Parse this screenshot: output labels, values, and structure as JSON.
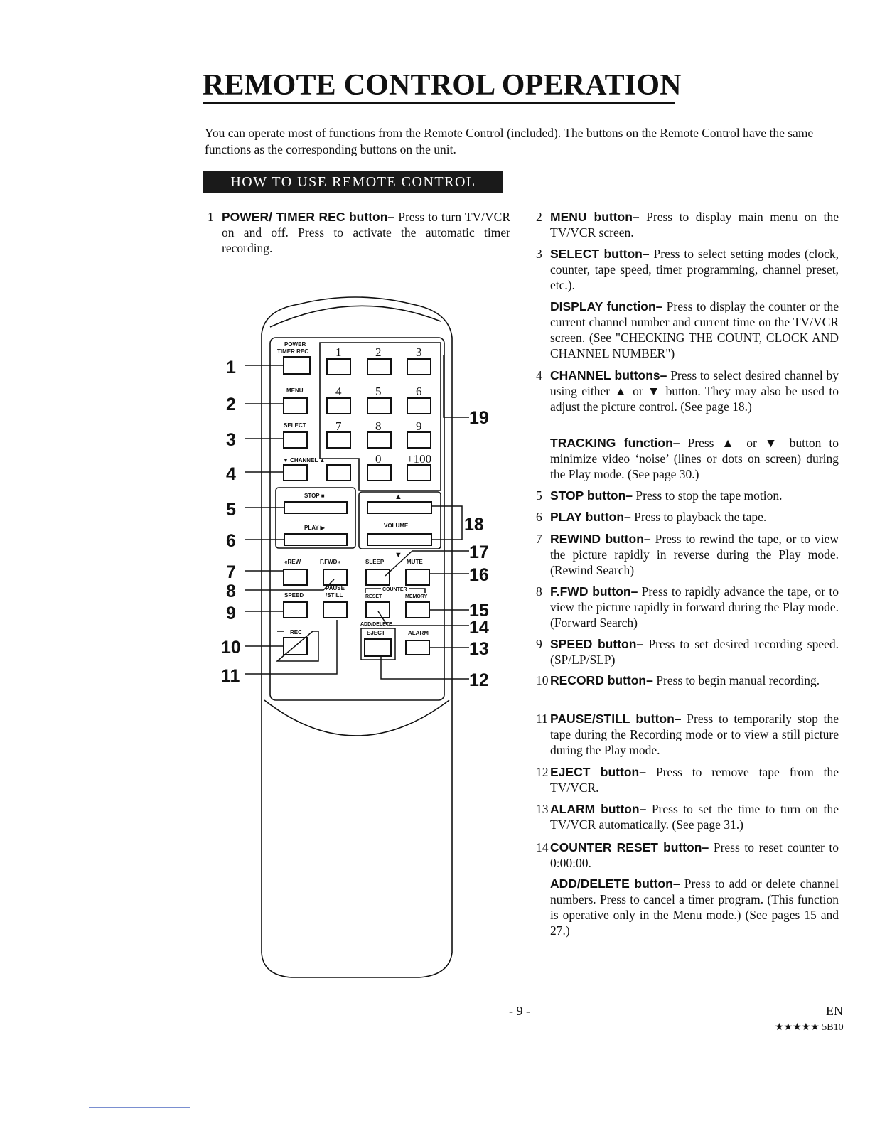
{
  "title": "REMOTE CONTROL OPERATION",
  "intro": "You can operate most of functions from the Remote Control (included). The buttons on the Remote Control have the same functions as the corresponding buttons on the unit.",
  "section": "HOW TO USE REMOTE CONTROL",
  "items": [
    {
      "num": "1",
      "label": "POWER/ TIMER REC button–",
      "text": " Press to turn TV/VCR on and off. Press to activate the automatic timer recording."
    },
    {
      "num": "2",
      "label": "MENU button–",
      "text": " Press to display main menu on the TV/VCR screen."
    },
    {
      "num": "3",
      "label": "SELECT button–",
      "text": " Press to select setting modes (clock, counter, tape speed, timer programming, channel preset, etc.)."
    },
    {
      "num": "",
      "label": "DISPLAY function–",
      "text": " Press to display the counter or the current channel number and current time on the TV/VCR screen. (See \"CHECKING THE COUNT, CLOCK AND CHANNEL NUMBER\")"
    },
    {
      "num": "4",
      "label": "CHANNEL buttons–",
      "text": " Press to select desired channel by using either ▲ or ▼ button. They may also be used to adjust the picture control. (See page 18.)"
    },
    {
      "num": "",
      "label": "TRACKING function–",
      "text": " Press ▲ or ▼ button to minimize video ‘noise’ (lines or dots on screen) during the Play mode. (See page 30.)"
    },
    {
      "num": "5",
      "label": "STOP button–",
      "text": " Press to stop the tape motion."
    },
    {
      "num": "6",
      "label": "PLAY button–",
      "text": " Press to playback the tape."
    },
    {
      "num": "7",
      "label": "REWIND button–",
      "text": " Press to rewind the tape, or to view the picture rapidly in reverse during the Play mode. (Rewind Search)"
    },
    {
      "num": "8",
      "label": "F.FWD button–",
      "text": " Press to rapidly advance the tape, or to view the picture rapidly in forward during the Play mode. (Forward Search)"
    },
    {
      "num": "9",
      "label": "SPEED button–",
      "text": " Press to set desired recording speed. (SP/LP/SLP)"
    },
    {
      "num": "10",
      "label": "RECORD button–",
      "text": " Press to begin manual recording."
    },
    {
      "num": "11",
      "label": "PAUSE/STILL button–",
      "text": " Press to temporarily stop the tape during the Recording mode or to view a still picture during the Play mode."
    },
    {
      "num": "12",
      "label": "EJECT button–",
      "text": " Press to remove tape from the TV/VCR."
    },
    {
      "num": "13",
      "label": "ALARM button–",
      "text": " Press to set the time to turn on the TV/VCR automatically. (See page 31.)"
    },
    {
      "num": "14",
      "label": "COUNTER RESET button–",
      "text": " Press to reset counter to 0:00:00."
    },
    {
      "num": "",
      "label": "ADD/DELETE button–",
      "text": " Press to add or delete channel numbers. Press to cancel a timer program. (This function is operative only in the Menu mode.) (See pages 15 and 27.)"
    }
  ],
  "remote": {
    "labels": {
      "power": "POWER",
      "timer_rec": "TIMER REC",
      "menu": "MENU",
      "select": "SELECT",
      "channel": "▼ CHANNEL ▲",
      "stop": "STOP ■",
      "play": "PLAY ▶",
      "volume": "VOLUME",
      "vol_up": "▲",
      "vol_down": "▼",
      "rew": "«REW",
      "ffwd": "F.FWD»",
      "sleep": "SLEEP",
      "mute": "MUTE",
      "speed": "SPEED",
      "pause": "PAUSE",
      "still": "/STILL",
      "counter": "COUNTER",
      "reset": "RESET",
      "memory": "MEMORY",
      "add_delete": "ADD/DELETE",
      "rec": "REC",
      "eject": "EJECT",
      "alarm": "ALARM",
      "d1": "1",
      "d2": "2",
      "d3": "3",
      "d4": "4",
      "d5": "5",
      "d6": "6",
      "d7": "7",
      "d8": "8",
      "d9": "9",
      "d0": "0",
      "d100": "+100"
    },
    "callouts": [
      "1",
      "2",
      "3",
      "4",
      "5",
      "6",
      "7",
      "8",
      "9",
      "10",
      "11",
      "12",
      "13",
      "14",
      "15",
      "16",
      "17",
      "18",
      "19"
    ]
  },
  "footer": {
    "page": "- 9 -",
    "lang": "EN",
    "code": "★★★★★ 5B10"
  }
}
